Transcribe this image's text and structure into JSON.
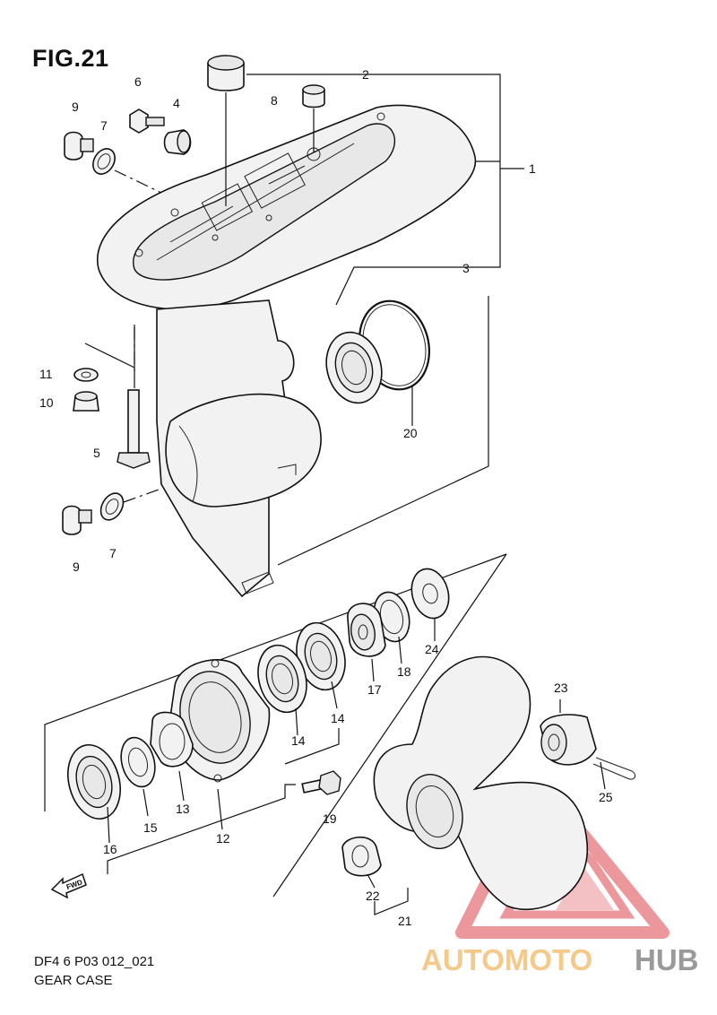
{
  "figure": {
    "title": "FIG.21",
    "code": "DF4 6 P03 012_021",
    "caption": "GEAR CASE"
  },
  "fwd_arrow_label": "FWD",
  "watermark": {
    "text_prefix": "AUTOMOTO",
    "text_suffix": "HUB",
    "prefix_color": "#f5c98a",
    "suffix_color": "#9a9a9a",
    "triangle_color": "#e8868a"
  },
  "callouts": {
    "c1": "1",
    "c2": "2",
    "c3": "3",
    "c4": "4",
    "c5": "5",
    "c6": "6",
    "c7a": "7",
    "c7b": "7",
    "c8": "8",
    "c9a": "9",
    "c9b": "9",
    "c10": "10",
    "c11": "11",
    "c12": "12",
    "c13": "13",
    "c14a": "14",
    "c14b": "14",
    "c15": "15",
    "c16": "16",
    "c17": "17",
    "c18": "18",
    "c19": "19",
    "c20": "20",
    "c21": "21",
    "c22": "22",
    "c23": "23",
    "c24": "24",
    "c25": "25"
  }
}
